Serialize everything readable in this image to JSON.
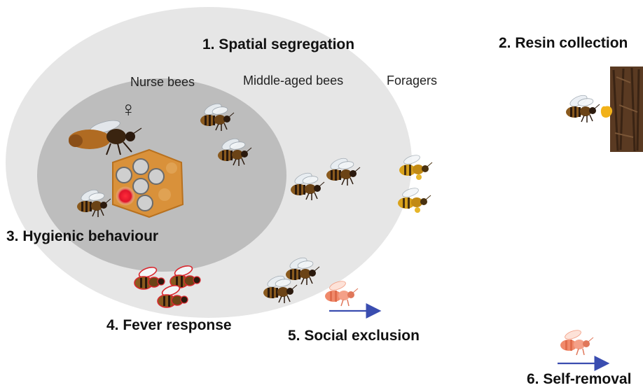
{
  "diagram": {
    "headings": {
      "spatial_segregation": "1. Spatial segregation",
      "resin_collection": "2. Resin collection",
      "hygienic_behaviour": "3. Hygienic behaviour",
      "fever_response": "4. Fever response",
      "social_exclusion": "5. Social exclusion",
      "self_removal": "6. Self-removal"
    },
    "groups": {
      "nurse_bees": "Nurse bees",
      "middle_aged_bees": "Middle-aged bees",
      "foragers": "Foragers"
    },
    "queen_symbol": "♀"
  },
  "colors": {
    "outer_zone": "#e6e6e6",
    "inner_zone": "#bdbdbd",
    "bee_body": "#8a5a1e",
    "bee_stripe": "#2b1a0e",
    "forager_body": "#d9a21b",
    "sick_bee": "#f08a6b",
    "fever_outline": "#d9282f",
    "arrow": "#3a4db0",
    "comb": "#d9913a",
    "bark": "#5a3a22",
    "resin": "#f2b21a"
  },
  "icons": [
    "queen-bee-icon",
    "worker-bee-icon",
    "forager-bee-icon",
    "sick-bee-icon",
    "brood-comb-icon",
    "tree-bark-icon",
    "resin-droplet-icon",
    "arrow-right-icon",
    "venus-symbol-icon"
  ]
}
